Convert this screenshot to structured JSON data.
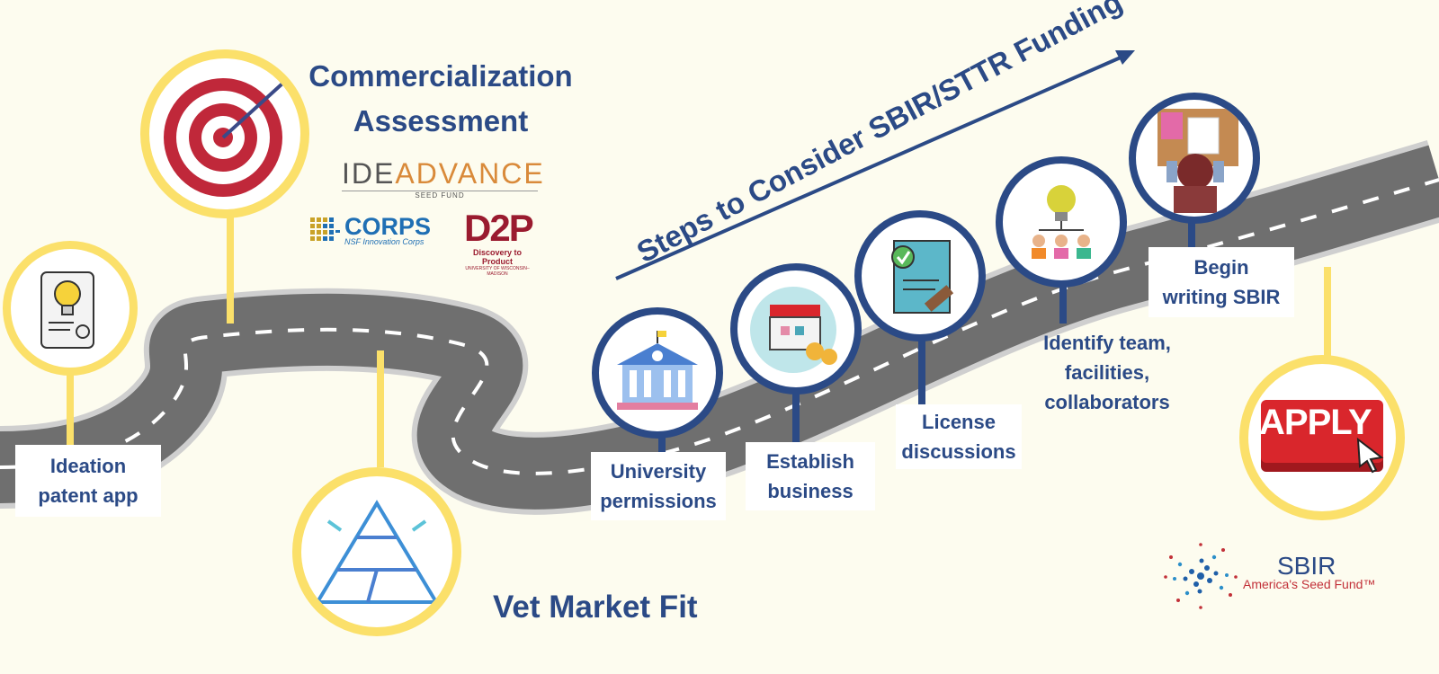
{
  "title": "Steps to Consider SBIR/STTR Funding",
  "commercialization": {
    "line1": "Commercialization",
    "line2": "Assessment"
  },
  "vet_market_fit": "Vet Market Fit",
  "steps": [
    {
      "lines": [
        "Ideation",
        "patent app"
      ]
    },
    {
      "lines": [
        "University",
        "permissions"
      ]
    },
    {
      "lines": [
        "Establish",
        "business"
      ]
    },
    {
      "lines": [
        "License",
        "discussions"
      ]
    },
    {
      "lines": [
        "Identify team,",
        "facilities,",
        "collaborators"
      ]
    },
    {
      "lines": [
        "Begin",
        "writing SBIR"
      ]
    }
  ],
  "apply_button": "APPLY",
  "logos": {
    "ideadvance": {
      "part1": "IDE",
      "part2": "ADVANCE",
      "sub": "SEED FUND"
    },
    "icorps": {
      "name": "CORPS",
      "sub": "NSF Innovation Corps"
    },
    "d2p": {
      "mark": "D2P",
      "sub": "Discovery to Product",
      "sub2": "UNIVERSITY OF WISCONSIN–MADISON"
    },
    "sbir": {
      "name": "SBIR",
      "tagline": "America's Seed Fund™"
    }
  },
  "colors": {
    "navy": "#2b4a86",
    "yellow": "#fbe06a",
    "road": "#6f6f6f",
    "background": "#fdfcef",
    "apply_red": "#d9262c"
  }
}
